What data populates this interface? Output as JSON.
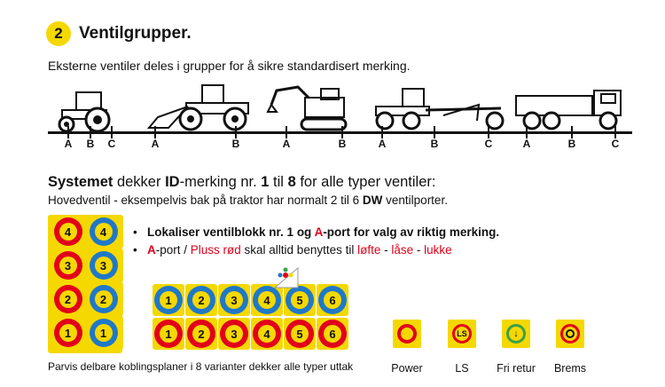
{
  "header": {
    "step": "2",
    "title": "Ventilgrupper."
  },
  "intro": "Eksterne ventiler deles i grupper for å sikre standardisert merking.",
  "axle_labels": [
    "A",
    "B",
    "C",
    "A",
    "B",
    "A",
    "B",
    "A",
    "B",
    "C",
    "A",
    "B",
    "C"
  ],
  "system": {
    "line1_a": "Systemet",
    "line1_b": " dekker ",
    "line1_c": "ID",
    "line1_d": "-merking nr. ",
    "line1_e": "1",
    "line1_f": " til ",
    "line1_g": "8",
    "line1_h": " for alle typer ventiler:",
    "line2_a": "Hovedventil - eksempelvis bak på traktor har normalt 2 til 6 ",
    "line2_b": "DW",
    "line2_c": " ventilporter."
  },
  "bullets": {
    "b1_a": "Lokaliser ventilblokk nr. 1 og ",
    "b1_b": "A",
    "b1_c": "-port for valg av riktig merking.",
    "b2_a": "A",
    "b2_b": "-port / ",
    "b2_c": "Pluss rød",
    "b2_d": " skal alltid benyttes til ",
    "b2_e": "løfte",
    "b2_f": " - ",
    "b2_g": "låse",
    "b2_h": " - ",
    "b2_i": "lukke"
  },
  "left_pairs": [
    {
      "red": "4",
      "blue": "4"
    },
    {
      "red": "3",
      "blue": "3"
    },
    {
      "red": "2",
      "blue": "2"
    },
    {
      "red": "1",
      "blue": "1"
    }
  ],
  "strip_top": [
    "1",
    "2",
    "3",
    "4",
    "5",
    "6"
  ],
  "strip_bottom": [
    "1",
    "2",
    "3",
    "4",
    "5",
    "6"
  ],
  "caption": "Parvis delbare koblingsplaner i 8 varianter dekker alle typer uttak",
  "legend": [
    {
      "label": "Power",
      "icon": "power-ring-icon"
    },
    {
      "label": "LS",
      "icon": "ls-icon",
      "text": "LS"
    },
    {
      "label": "Fri retur",
      "icon": "free-return-icon"
    },
    {
      "label": "Brems",
      "icon": "brake-icon"
    }
  ],
  "colors": {
    "yellow": "#f5d800",
    "red": "#e2001a",
    "blue": "#1f78c8"
  }
}
